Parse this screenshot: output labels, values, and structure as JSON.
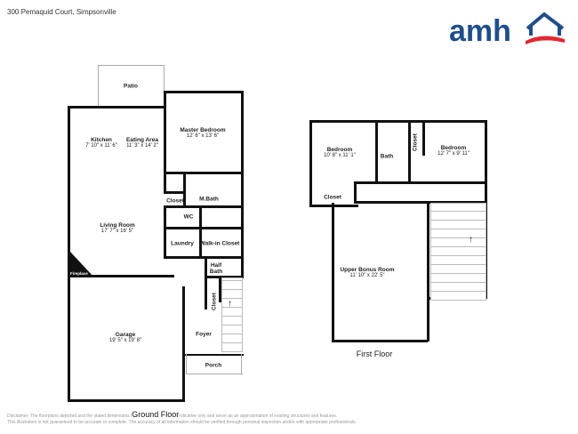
{
  "header": {
    "title": "300 Pemaquid Court, Simpsonville",
    "logo_text": "amh",
    "brand_colors": {
      "blue": "#1f4e8c",
      "red": "#e3262f"
    }
  },
  "ground_floor": {
    "label": "Ground Floor",
    "rooms": [
      {
        "name": "Patio",
        "dims": ""
      },
      {
        "name": "Kitchen",
        "dims": "7' 10\" x 11' 6\""
      },
      {
        "name": "Eating Area",
        "dims": "11' 3\" x 14' 2\""
      },
      {
        "name": "Master Bedroom",
        "dims": "12' 6\" x 13' 6\""
      },
      {
        "name": "Closet",
        "dims": ""
      },
      {
        "name": "M.Bath",
        "dims": ""
      },
      {
        "name": "WC",
        "dims": ""
      },
      {
        "name": "Living Room",
        "dims": "17' 7\" x 16' 5\""
      },
      {
        "name": "Laundry",
        "dims": ""
      },
      {
        "name": "Walk-in Closet",
        "dims": ""
      },
      {
        "name": "Half Bath",
        "dims": ""
      },
      {
        "name": "Closet",
        "dims": ""
      },
      {
        "name": "Garage",
        "dims": "19' 5\" x 19' 8\""
      },
      {
        "name": "Foyer",
        "dims": ""
      },
      {
        "name": "Porch",
        "dims": ""
      }
    ],
    "fireplace": "Fireplace"
  },
  "first_floor": {
    "label": "First Floor",
    "rooms": [
      {
        "name": "Bedroom",
        "dims": "10' 8\" x 11' 1\""
      },
      {
        "name": "Bath",
        "dims": ""
      },
      {
        "name": "Closet",
        "dims": ""
      },
      {
        "name": "Bedroom",
        "dims": "12' 7\" x 9' 11\""
      },
      {
        "name": "Closet",
        "dims": ""
      },
      {
        "name": "Upper Bonus Room",
        "dims": "11' 10\" x 22' 5\""
      }
    ]
  },
  "disclaimer": {
    "line1": "Disclaimer: The floorplans depicted and the stated dimensions i",
    "line1b": "ndicative only and serve as an approximation of existing structures and features.",
    "line2": "This illustration is not guaranteed to be accurate or complete. The accuracy of all information should be verified through personal inspection and/or with appropriate professionals."
  }
}
